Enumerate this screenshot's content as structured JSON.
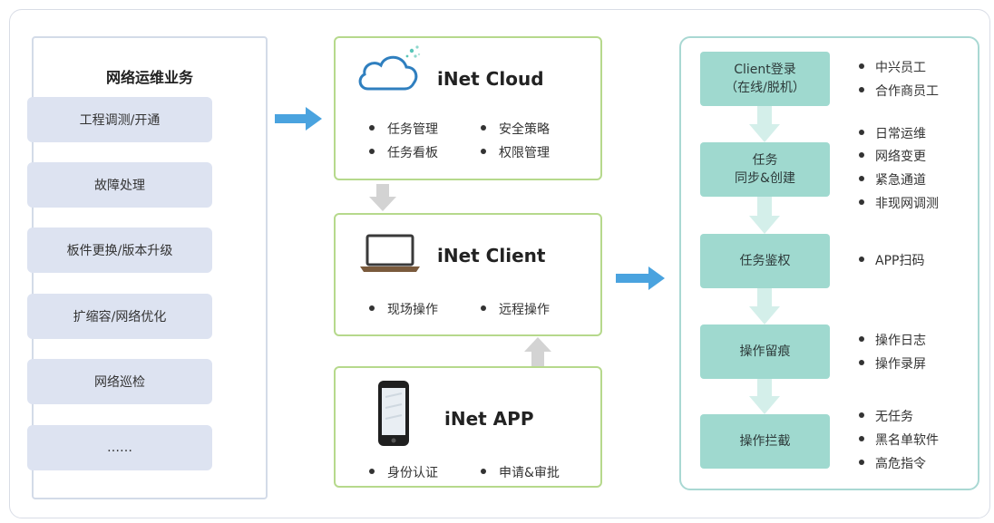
{
  "left": {
    "title": "网络运维业务",
    "items": [
      "工程调测/开通",
      "故障处理",
      "板件更换/版本升级",
      "扩缩容/网络优化",
      "网络巡检",
      "……"
    ]
  },
  "cloud": {
    "title": "iNet Cloud",
    "bullets": [
      "任务管理",
      "安全策略",
      "任务看板",
      "权限管理"
    ],
    "icon": "cloud-icon"
  },
  "client": {
    "title": "iNet Client",
    "bullets": [
      "现场操作",
      "远程操作"
    ],
    "icon": "laptop-icon"
  },
  "app": {
    "title": "iNet APP",
    "bullets": [
      "身份认证",
      "申请&审批"
    ],
    "icon": "phone-icon"
  },
  "steps": [
    {
      "line1": "Client登录",
      "line2": "（在线/脱机）",
      "bullets": [
        "中兴员工",
        "合作商员工"
      ]
    },
    {
      "line1": "任务",
      "line2": "同步&创建",
      "bullets": [
        "日常运维",
        "网络变更",
        "紧急通道",
        "非现网调测"
      ]
    },
    {
      "line1": "任务鉴权",
      "line2": "",
      "bullets": [
        "APP扫码"
      ]
    },
    {
      "line1": "操作留痕",
      "line2": "",
      "bullets": [
        "操作日志",
        "操作录屏"
      ]
    },
    {
      "line1": "操作拦截",
      "line2": "",
      "bullets": [
        "无任务",
        "黑名单软件",
        "高危指令"
      ]
    }
  ],
  "colors": {
    "left_item_bg": "#dde3f1",
    "card_border": "#b6d98c",
    "right_border": "#a9d8d3",
    "step_bg": "#9fd9cf",
    "arrow_blue": "#4aa3df",
    "arrow_gray": "#d3d3d3",
    "arrow_teal": "#d4efea"
  }
}
